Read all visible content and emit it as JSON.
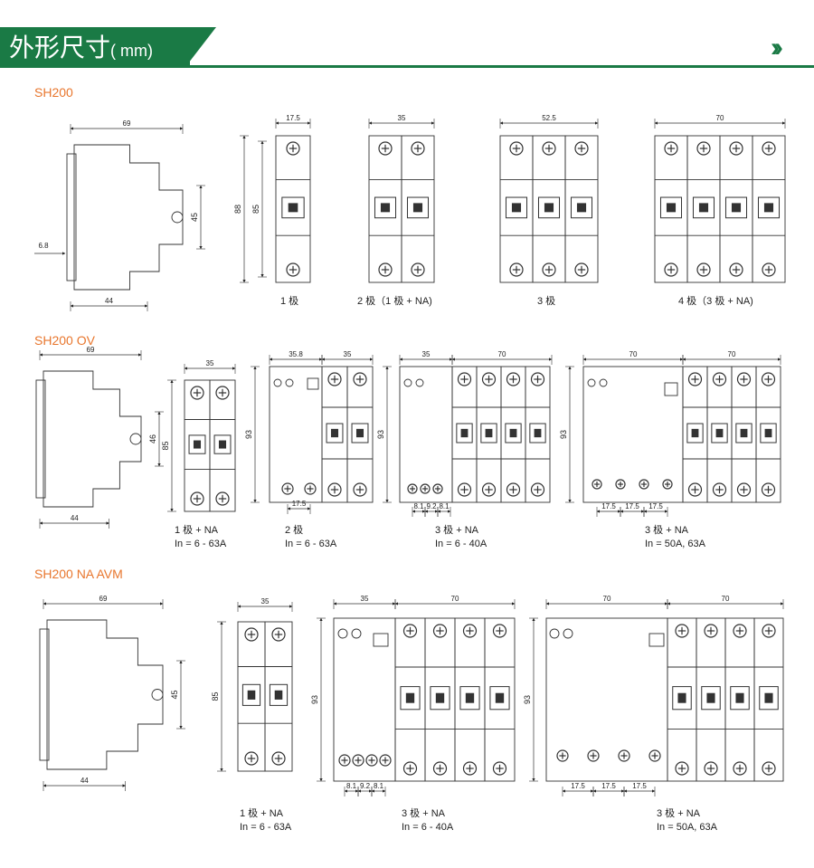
{
  "header": {
    "title": "外形尺寸",
    "unit": "( mm)",
    "nav_icon": "double-chevron-right-icon"
  },
  "colors": {
    "accent": "#1a7a45",
    "section": "#e8762d"
  },
  "sections": [
    {
      "title": "SH200",
      "side_dims": {
        "width": "69",
        "height": "45",
        "din": "6.8",
        "base": "44"
      },
      "variants": [
        {
          "caption": "1 极",
          "width": "17.5",
          "h1": "88",
          "h2": "85"
        },
        {
          "caption": "2 极（1 极 + NA)",
          "width": "35"
        },
        {
          "caption": "3 极",
          "width": "52.5"
        },
        {
          "caption": "4 极（3 极 + NA)",
          "width": "70"
        }
      ]
    },
    {
      "title": "SH200 OV",
      "side_dims": {
        "width": "69",
        "height": "46",
        "base": "44"
      },
      "variants": [
        {
          "caption": "1 极 + NA",
          "rating": "In = 6 - 63A",
          "width": "35",
          "height": "85"
        },
        {
          "caption": "2 极",
          "rating": "In = 6 - 63A",
          "width_a": "35.8",
          "width_b": "35",
          "height": "93",
          "module": "17.5"
        },
        {
          "caption": "3 极 + NA",
          "rating": "In = 6 - 40A",
          "width_a": "35",
          "width_b": "70",
          "height": "93",
          "modules": [
            "8.1",
            "9.2",
            "8.1"
          ]
        },
        {
          "caption": "3 极 + NA",
          "rating": "In = 50A, 63A",
          "width_a": "70",
          "width_b": "70",
          "height": "93",
          "modules": [
            "17.5",
            "17.5",
            "17.5"
          ]
        }
      ]
    },
    {
      "title": "SH200 NA AVM",
      "side_dims": {
        "width": "69",
        "height": "45",
        "base": "44"
      },
      "variants": [
        {
          "caption": "1 极 + NA",
          "rating": "In = 6 - 63A",
          "width": "35",
          "height": "85"
        },
        {
          "caption": "3 极 + NA",
          "rating": "In = 6 - 40A",
          "width_a": "35",
          "width_b": "70",
          "height": "93",
          "modules": [
            "8.1",
            "9.2",
            "8.1"
          ]
        },
        {
          "caption": "3 极 + NA",
          "rating": "In = 50A, 63A",
          "width_a": "70",
          "width_b": "70",
          "height": "93",
          "modules": [
            "17.5",
            "17.5",
            "17.5"
          ]
        }
      ]
    }
  ]
}
